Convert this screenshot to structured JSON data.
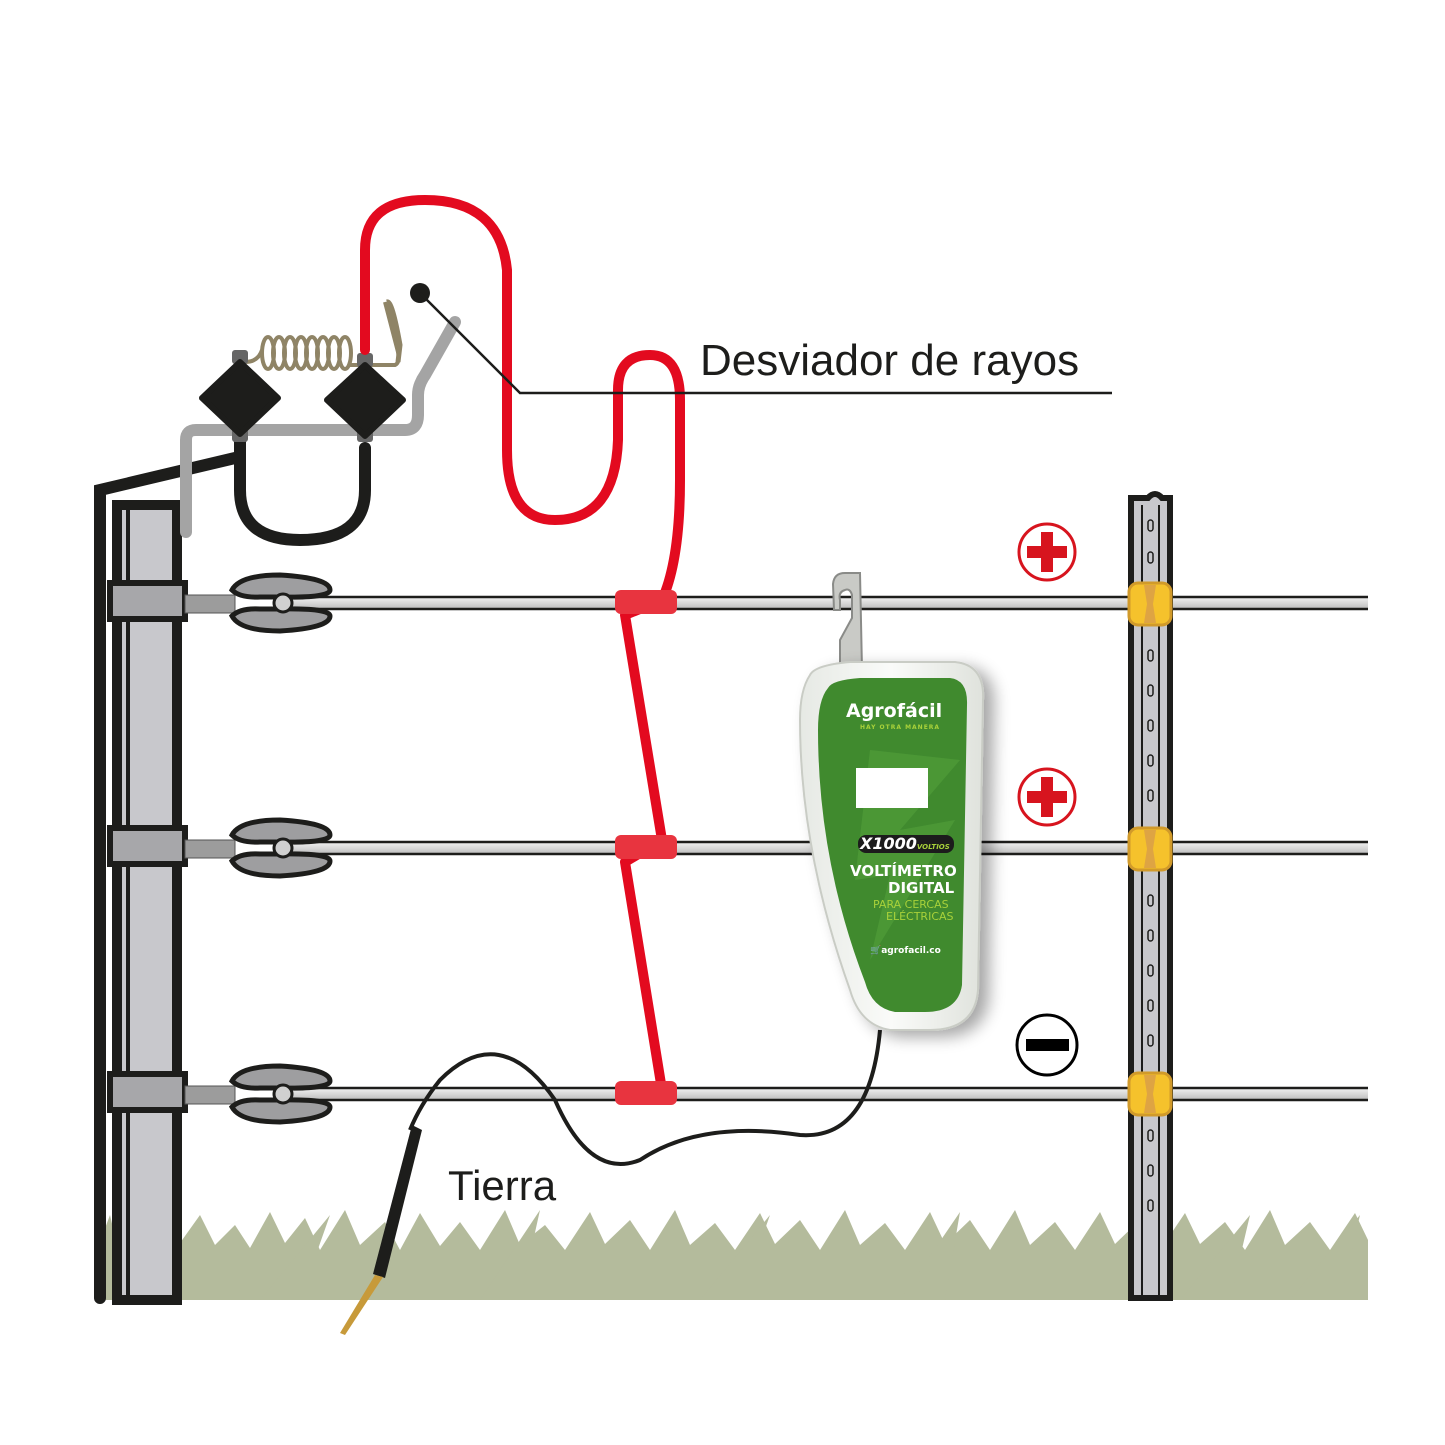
{
  "labels": {
    "lightning_diverter": "Desviador de rayos",
    "ground": "Tierra"
  },
  "polarity": [
    {
      "wire": 1,
      "symbol": "+",
      "meaning": "positive",
      "color": "#d7141e"
    },
    {
      "wire": 2,
      "symbol": "+",
      "meaning": "positive",
      "color": "#d7141e"
    },
    {
      "wire": 3,
      "symbol": "−",
      "meaning": "negative",
      "color": "#000000"
    }
  ],
  "device": {
    "brand": "Agrofácil",
    "tagline": "HAY OTRA MANERA",
    "model": "X1000",
    "model_unit": "VOLTIOS",
    "title_line1": "VOLTÍMETRO",
    "title_line2": "DIGITAL",
    "subtitle_line1": "PARA CERCAS",
    "subtitle_line2": "ELÉCTRICAS",
    "website": "agrofacil.co"
  },
  "colors": {
    "live_wire": "#e30a1f",
    "device_green": "#3f8a2f",
    "device_accent": "#a8d13a",
    "grass": "#b4bb9c",
    "post_gray": "#c8c8cc",
    "insulator_yellow": "#f5c22c"
  }
}
